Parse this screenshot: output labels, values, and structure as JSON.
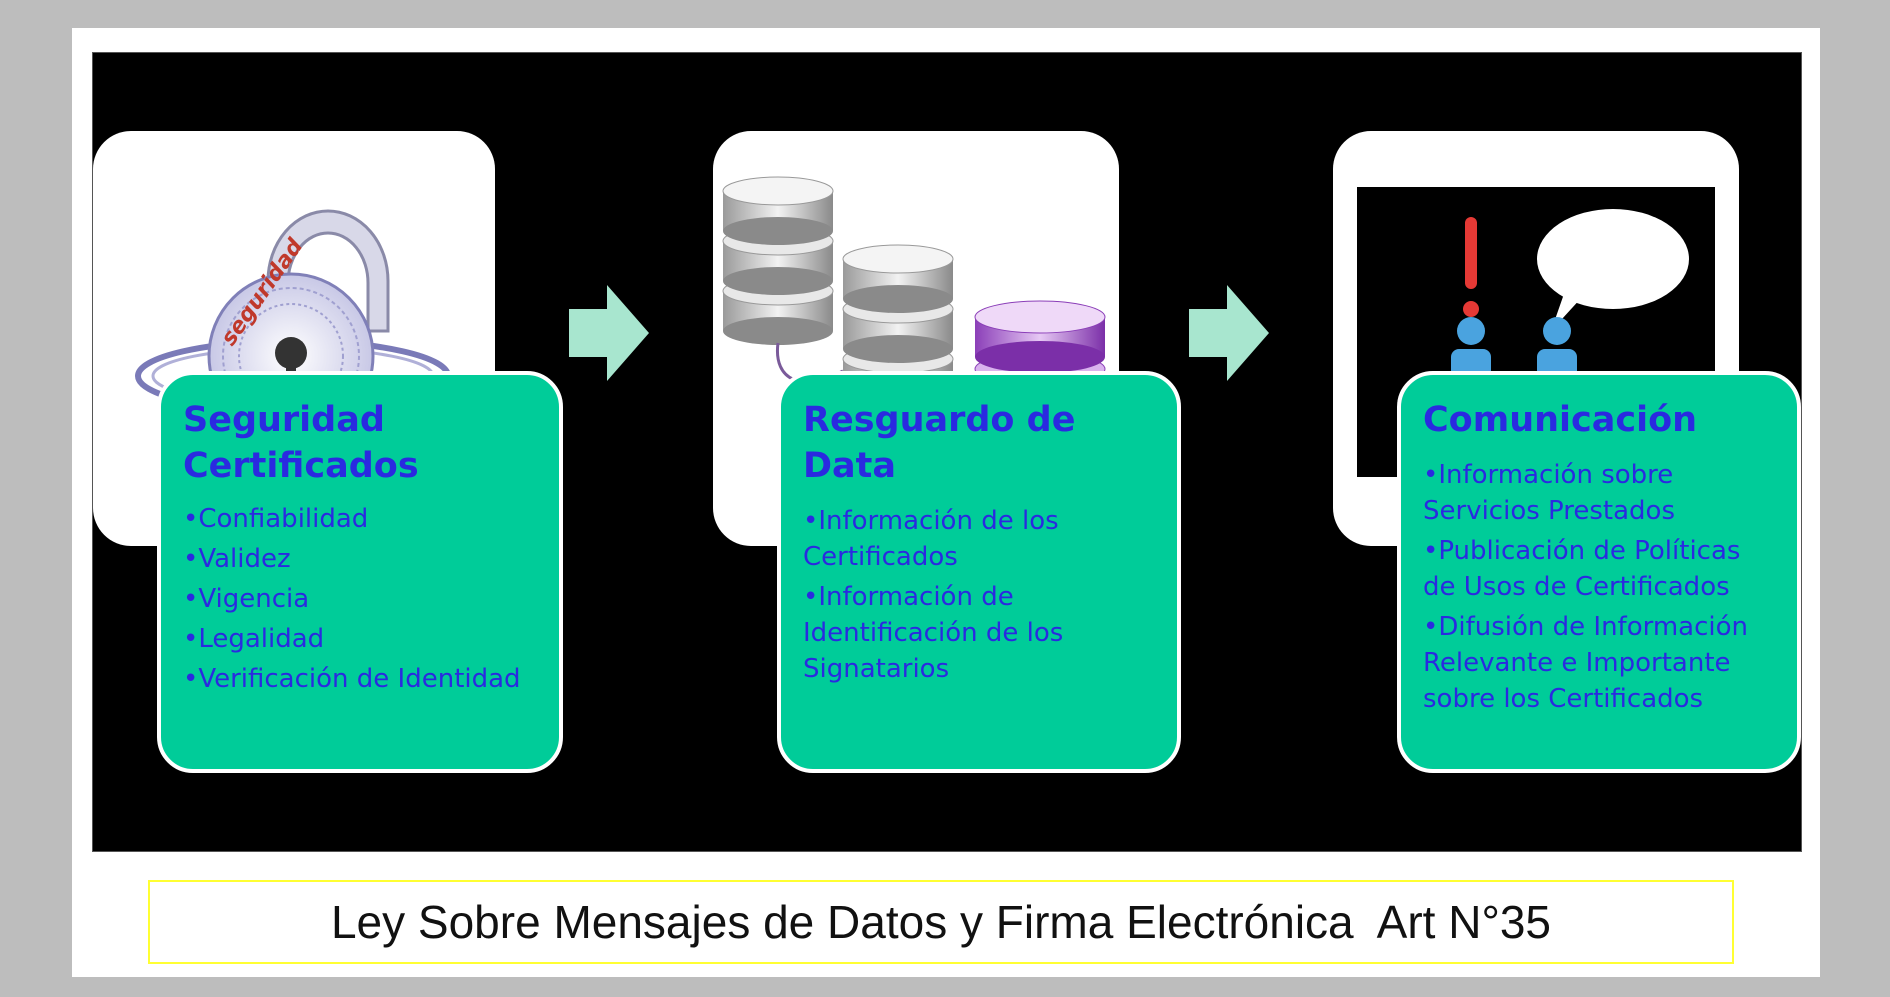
{
  "caption": "Ley Sobre Mensajes de Datos y Firma Electrónica  Art N°35",
  "colors": {
    "card_fill": "#00cc99",
    "card_text": "#2a2ae0",
    "arrow": "#a8e6cf",
    "background": "#000000"
  },
  "steps": [
    {
      "title": "Seguridad Certificados",
      "icon": "security-padlock-icon",
      "icon_text": "seguridad",
      "bullets": [
        "•Confiabilidad",
        "•Validez",
        "•Vigencia",
        "•Legalidad",
        "•Verificación de Identidad"
      ]
    },
    {
      "title": "Resguardo de Data",
      "icon": "database-icon",
      "bullets": [
        "•Información de los Certificados",
        "•Información de Identificación de los Signatarios"
      ]
    },
    {
      "title": "Comunicación",
      "icon": "communication-icon",
      "bullets": [
        "•Información sobre Servicios Prestados",
        "•Publicación de Políticas de Usos de Certificados",
        "•Difusión de Información Relevante e Importante sobre los Certificados"
      ]
    }
  ]
}
